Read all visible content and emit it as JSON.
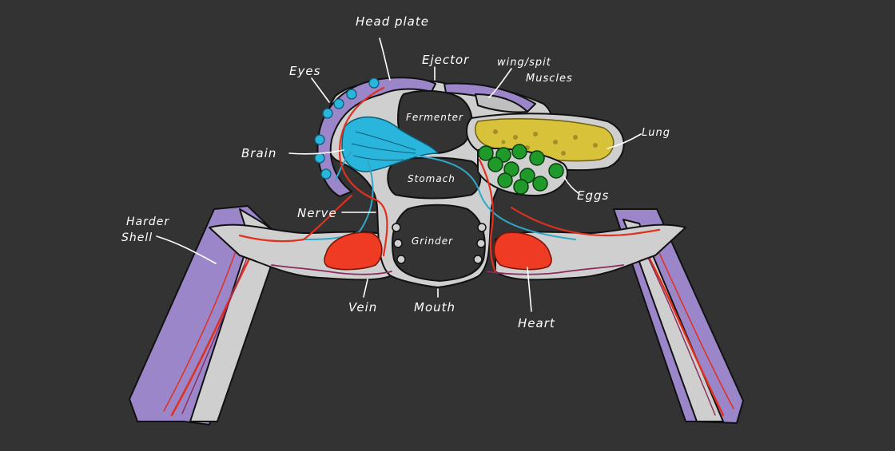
{
  "labels": {
    "head_plate": "Head plate",
    "ejector": "Ejector",
    "wing_spit_line1": "wing/spit",
    "wing_spit_line2": "Muscles",
    "eyes": "Eyes",
    "fermenter": "Fermenter",
    "lung": "Lung",
    "brain": "Brain",
    "stomach": "Stomach",
    "eggs": "Eggs",
    "nerve": "Nerve",
    "harder_line1": "Harder",
    "harder_line2": "Shell",
    "grinder": "Grinder",
    "vein": "Vein",
    "mouth": "Mouth",
    "heart": "Heart"
  },
  "colors": {
    "background": "#333333",
    "shell": "#9b86c9",
    "flesh": "#cfcfcf",
    "brain": "#2ab5dd",
    "heart": "#ef3b24",
    "artery": "#e0301e",
    "vein": "#8a2b5a",
    "eggs": "#1f9a2a",
    "lung": "#d8c23a"
  }
}
